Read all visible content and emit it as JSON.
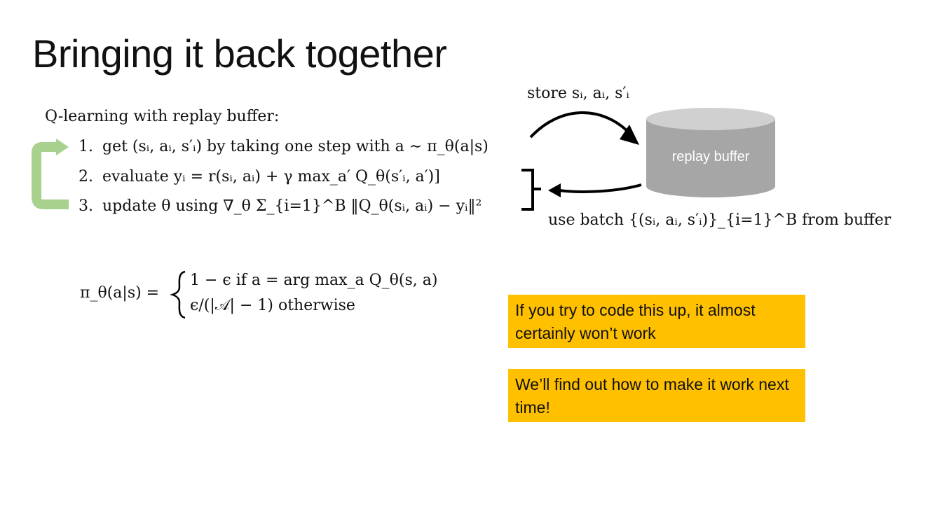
{
  "slide": {
    "title": "Bringing it back together"
  },
  "algorithm": {
    "heading": "Q-learning with replay buffer:",
    "steps": [
      {
        "number": "1.",
        "text": "get (sᵢ, aᵢ, s′ᵢ) by taking one step with a ∼ π_θ(a|s)"
      },
      {
        "number": "2.",
        "text": "evaluate yᵢ = r(sᵢ, aᵢ) + γ max_a′ Q_θ(s′ᵢ, a′)]"
      },
      {
        "number": "3.",
        "text": "update θ using ∇_θ Σ_{i=1}^B ‖Q_θ(sᵢ, aᵢ) − yᵢ‖²"
      }
    ]
  },
  "diagram": {
    "store_label": "store sᵢ, aᵢ, s′ᵢ",
    "buffer_label": "replay buffer",
    "batch_label": "use batch {(sᵢ, aᵢ, s′ᵢ)}_{i=1}^B from buffer",
    "colors": {
      "buffer_body": "#a6a6a6",
      "buffer_top": "#d0d0d0",
      "loop_arrow": "#a9d18e"
    }
  },
  "policy": {
    "lhs": "π_θ(a|s) =",
    "case_1": "1 − ϵ if a = arg max_a Q_θ(s, a)",
    "case_2": "ϵ/(|𝒜| − 1) otherwise"
  },
  "notes": [
    {
      "text": "If you try to code this up, it almost certainly won’t work"
    },
    {
      "text": "We’ll find out how to make it work next time!"
    }
  ],
  "note_color": "#ffc000"
}
